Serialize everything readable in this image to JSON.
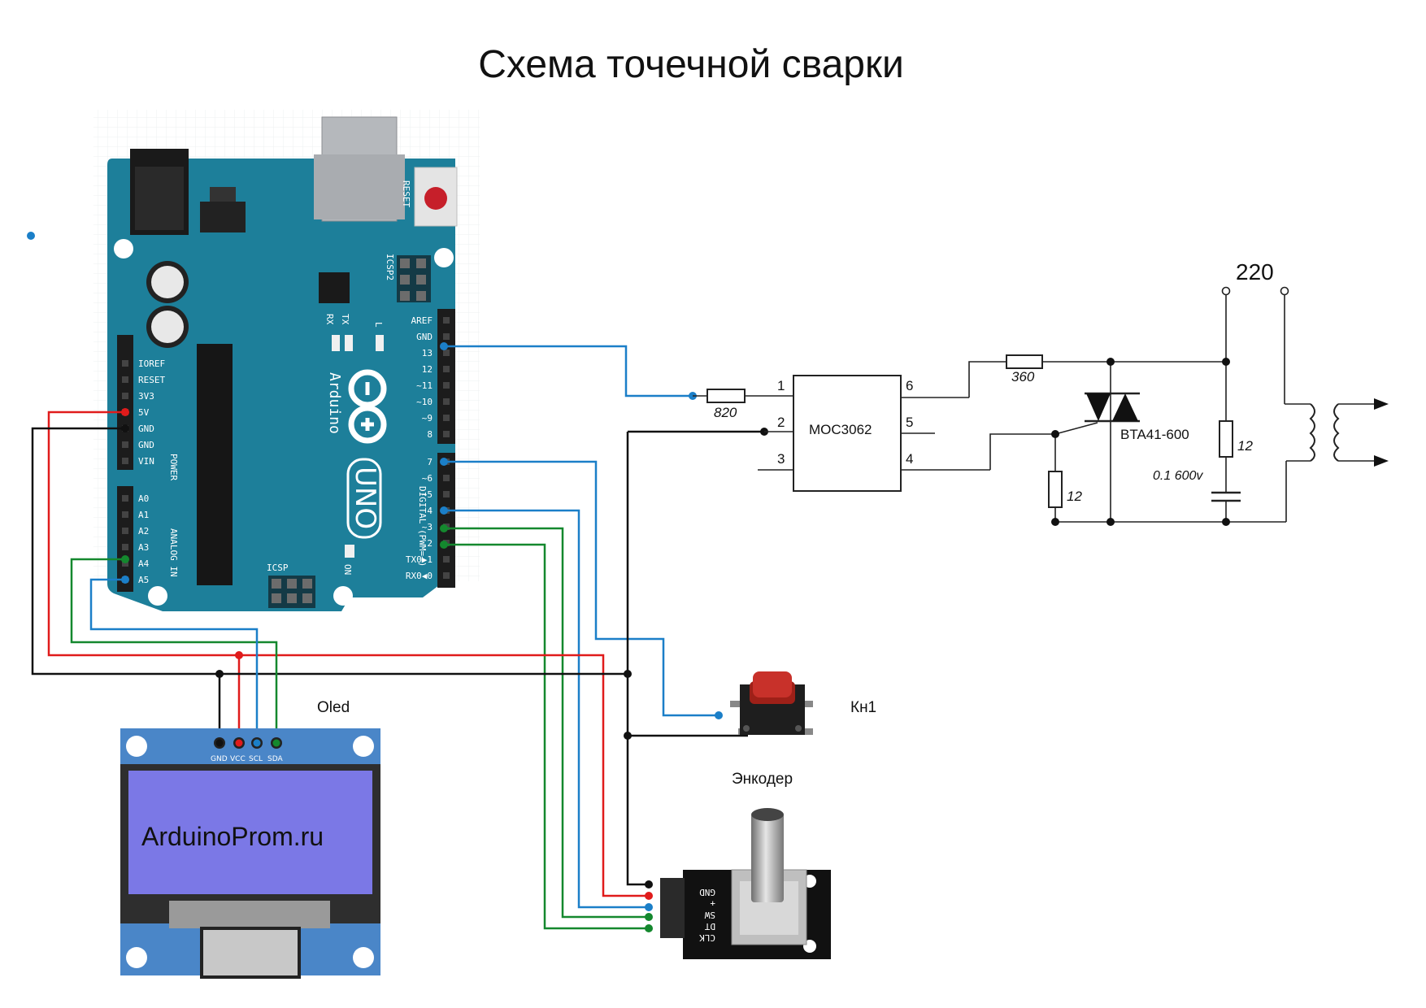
{
  "title": "Схема точечной сварки",
  "arduino": {
    "brand": "Arduino",
    "model": "UNO",
    "reset": "RESET",
    "icsp2": "ICSP2",
    "icsp": "ICSP",
    "tx": "TX",
    "rx": "RX",
    "led_l": "L",
    "on": "ON",
    "power_group": "POWER",
    "analog_group": "ANALOG IN",
    "digital_group": "DIGITAL (PWM=~)",
    "power_pins": [
      "IOREF",
      "RESET",
      "3V3",
      "5V",
      "GND",
      "GND",
      "VIN"
    ],
    "analog_pins": [
      "A0",
      "A1",
      "A2",
      "A3",
      "A4",
      "A5"
    ],
    "top_header_pins": [
      "AREF",
      "GND",
      "13",
      "12",
      "~11",
      "~10",
      "~9",
      "8"
    ],
    "bottom_header_pins": [
      "7",
      "~6",
      "~5",
      "4",
      "~3",
      "2",
      "TX0▶1",
      "RX0◀0"
    ]
  },
  "schematic": {
    "optocoupler": "MOC3062",
    "opto_pins": [
      "1",
      "2",
      "3",
      "6",
      "5",
      "4"
    ],
    "r_input": "820",
    "r_gate": "360",
    "r_shunt": "12",
    "r_snubber": "12",
    "capacitor": "0.1 600v",
    "triac": "BTA41-600",
    "mains": "220"
  },
  "oled": {
    "label": "Oled",
    "pins": [
      "GND",
      "VCC",
      "SCL",
      "SDA"
    ],
    "screen_text": "ArduinoProm.ru"
  },
  "button": {
    "label": "Кн1"
  },
  "encoder": {
    "label": "Энкодер",
    "pins": [
      "GND",
      "+",
      "SW",
      "DT",
      "CLK"
    ]
  },
  "colors": {
    "board": "#1d7f9a",
    "wire_blue": "#1b7fc8",
    "wire_red": "#e01b1b",
    "wire_green": "#14882e",
    "wire_black": "#111111",
    "oled_screen": "#7b78e6",
    "oled_pcb": "#4a86c8",
    "button_cap": "#c8312a"
  }
}
